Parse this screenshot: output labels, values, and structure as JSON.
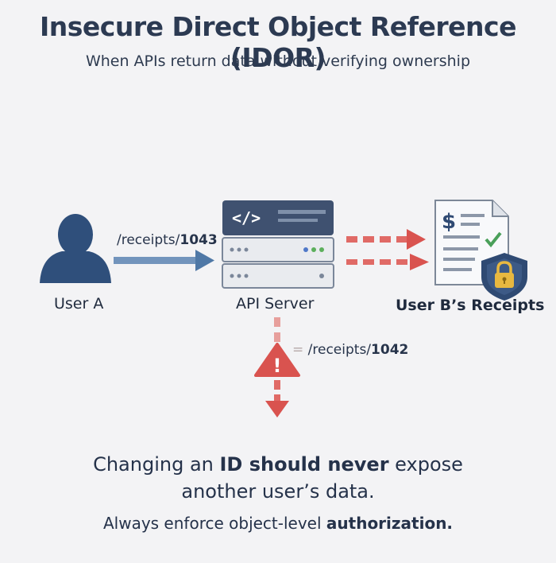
{
  "title": "Insecure Direct Object Reference (IDOR)",
  "subtitle": "When APIs return data without verifying ownership",
  "nodes": {
    "user_label": "User A",
    "server_label": "API Server",
    "receipts_label": "User B’s Receipts"
  },
  "requests": {
    "own_path": "/receipts/",
    "own_id": "1043",
    "tampered_prefix": "=",
    "tampered_path": "/receipts/",
    "tampered_id": "1042"
  },
  "icons": {
    "code": "</>",
    "dollar": "$",
    "warning": "!"
  },
  "message": {
    "line1_pre": "Changing an ",
    "line1_bold": "ID should never",
    "line1_post": " expose",
    "line2": "another user’s data.",
    "line3_pre": "Always enforce object-level ",
    "line3_bold": "authorization."
  },
  "colors": {
    "title": "#2c3a52",
    "user": "#2f4f7b",
    "server_dark": "#3f5170",
    "server_light": "#e9ebef",
    "arrow_blue": "#4f78a6",
    "arrow_red": "#d9534f",
    "shield": "#2f4a73",
    "lock": "#e8b840",
    "check": "#4aa05a"
  }
}
